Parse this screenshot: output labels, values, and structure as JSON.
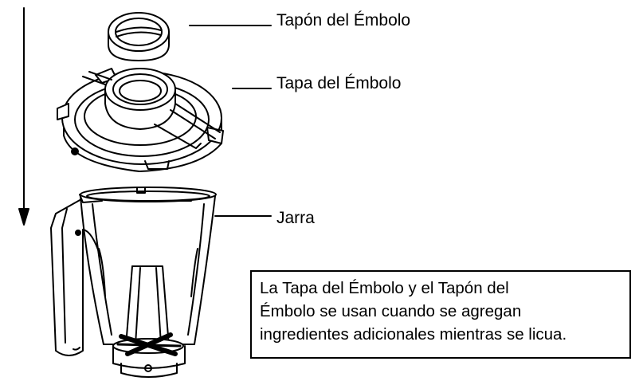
{
  "labels": {
    "plunger_cap": "Tapón del Émbolo",
    "plunger_lid": "Tapa del Émbolo",
    "jar": "Jarra"
  },
  "note": {
    "lines": [
      "La Tapa del Émbolo y el Tapón del",
      "Émbolo se usan cuando se agregan",
      "ingredientes adicionales mientras se licua."
    ]
  }
}
